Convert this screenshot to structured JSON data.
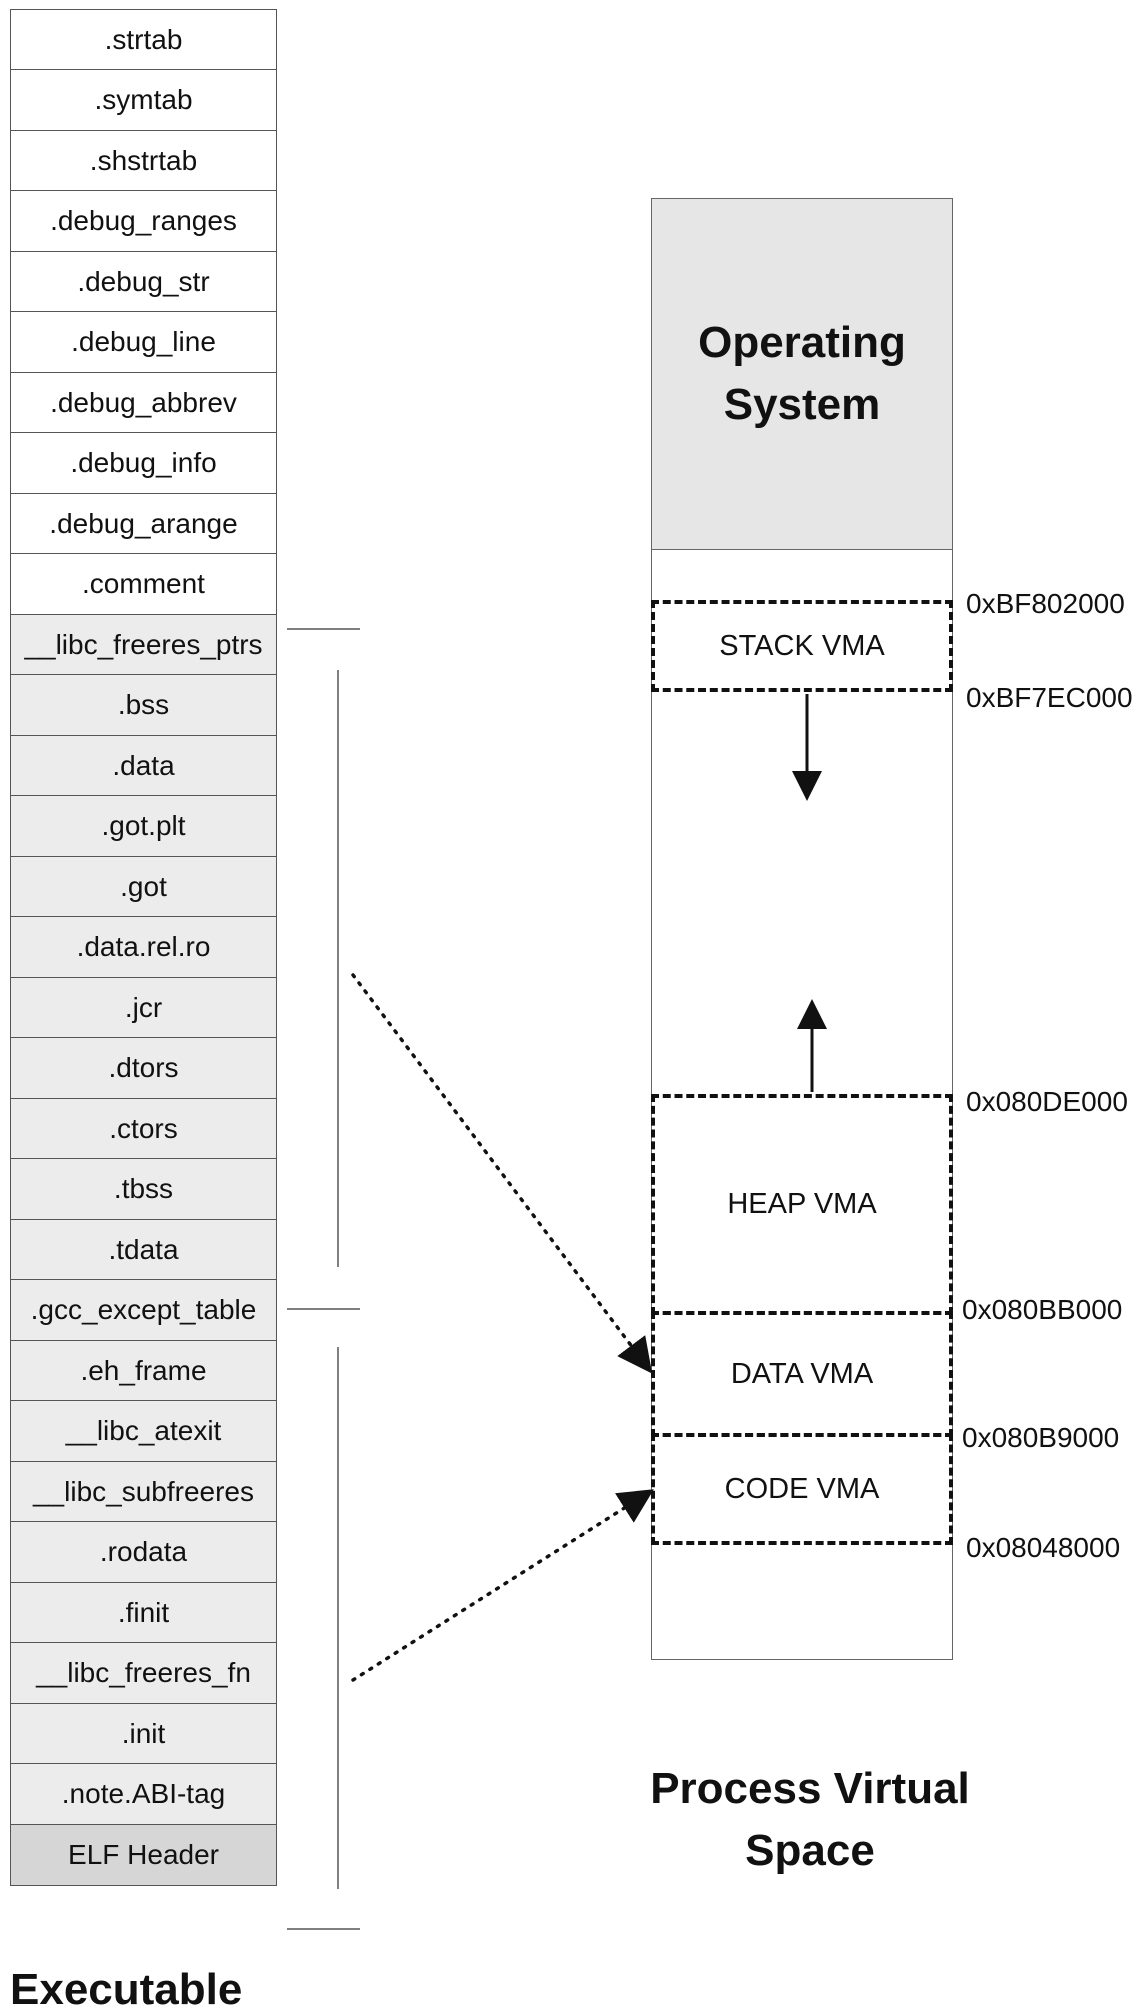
{
  "executable": {
    "title": "Executable",
    "sections": [
      {
        "label": ".strtab",
        "group": "meta"
      },
      {
        "label": ".symtab",
        "group": "meta"
      },
      {
        "label": ".shstrtab",
        "group": "meta"
      },
      {
        "label": ".debug_ranges",
        "group": "meta"
      },
      {
        "label": ".debug_str",
        "group": "meta"
      },
      {
        "label": ".debug_line",
        "group": "meta"
      },
      {
        "label": ".debug_abbrev",
        "group": "meta"
      },
      {
        "label": ".debug_info",
        "group": "meta"
      },
      {
        "label": ".debug_arange",
        "group": "meta"
      },
      {
        "label": ".comment",
        "group": "meta"
      },
      {
        "label": "__libc_freeres_ptrs",
        "group": "data"
      },
      {
        "label": ".bss",
        "group": "data"
      },
      {
        "label": ".data",
        "group": "data"
      },
      {
        "label": ".got.plt",
        "group": "data"
      },
      {
        "label": ".got",
        "group": "data"
      },
      {
        "label": ".data.rel.ro",
        "group": "data"
      },
      {
        "label": ".jcr",
        "group": "data"
      },
      {
        "label": ".dtors",
        "group": "data"
      },
      {
        "label": ".ctors",
        "group": "data"
      },
      {
        "label": ".tbss",
        "group": "data"
      },
      {
        "label": ".tdata",
        "group": "data"
      },
      {
        "label": ".gcc_except_table",
        "group": "code"
      },
      {
        "label": ".eh_frame",
        "group": "code"
      },
      {
        "label": "__libc_atexit",
        "group": "code"
      },
      {
        "label": "__libc_subfreeres",
        "group": "code"
      },
      {
        "label": ".rodata",
        "group": "code"
      },
      {
        "label": ".finit",
        "group": "code"
      },
      {
        "label": "__libc_freeres_fn",
        "group": "code"
      },
      {
        "label": ".init",
        "group": "code"
      },
      {
        "label": ".note.ABI-tag",
        "group": "code"
      },
      {
        "label": "ELF Header",
        "group": "header"
      }
    ]
  },
  "process": {
    "title_line1": "Process Virtual",
    "title_line2": "Space",
    "os_line1": "Operating",
    "os_line2": "System",
    "stack": "STACK VMA",
    "heap": "HEAP VMA",
    "data": "DATA VMA",
    "code": "CODE VMA",
    "addresses": {
      "stack_top": "0xBF802000",
      "stack_bottom": "0xBF7EC000",
      "heap_top": "0x080DE000",
      "data_top": "0x080BB000",
      "code_top": "0x080B9000",
      "code_bottom": "0x08048000"
    }
  }
}
